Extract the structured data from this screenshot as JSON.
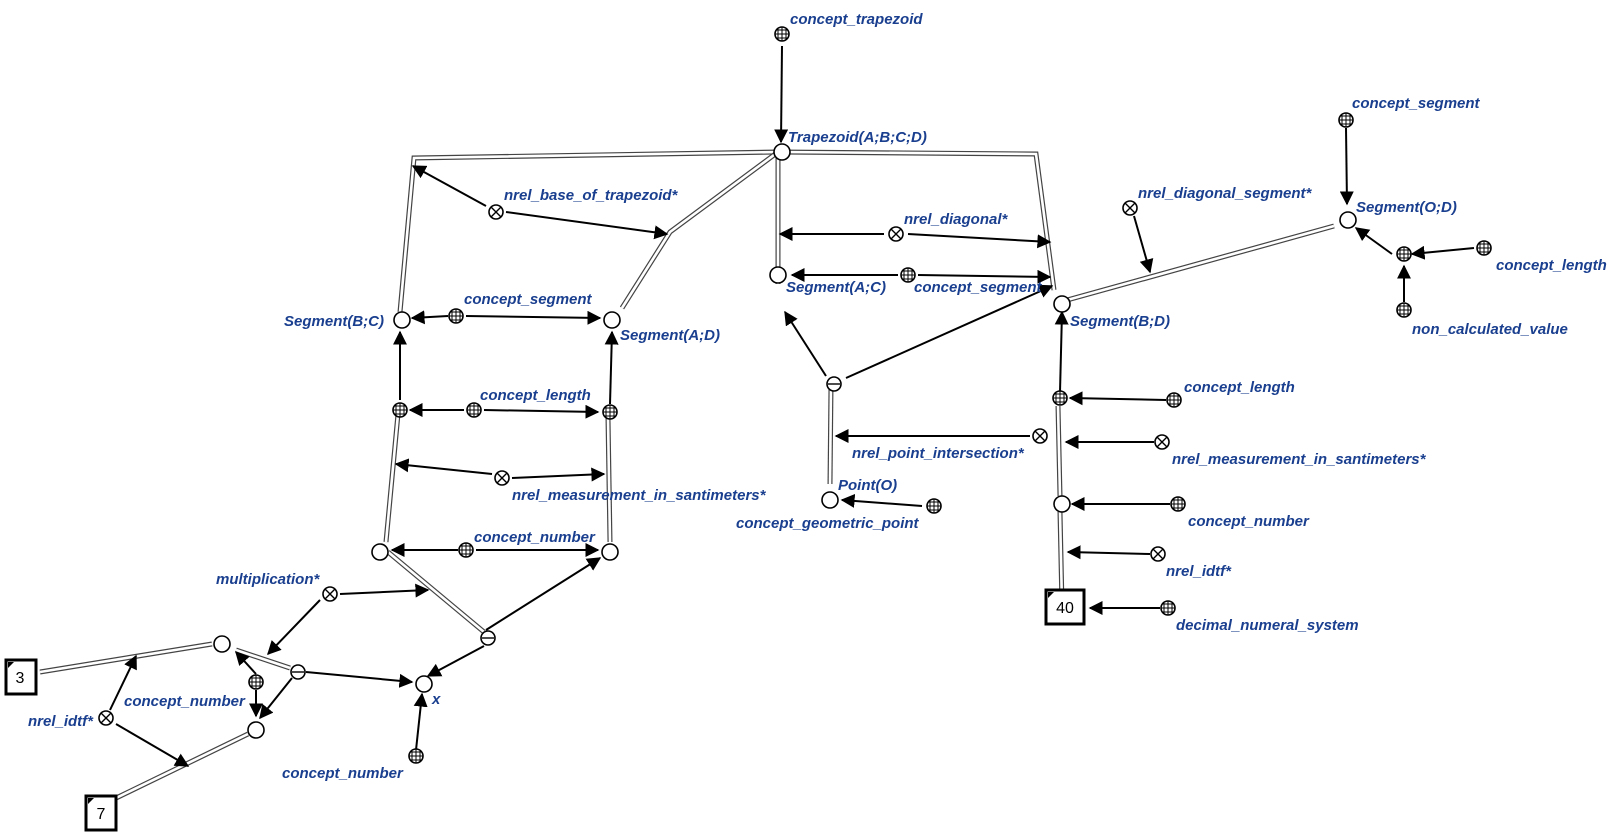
{
  "diagram": {
    "labels": {
      "concept_trapezoid": "concept_trapezoid",
      "trapezoid": "Trapezoid(A;B;C;D)",
      "nrel_base_of_trapezoid": "nrel_base_of_trapezoid*",
      "nrel_diagonal": "nrel_diagonal*",
      "nrel_diagonal_segment": "nrel_diagonal_segment*",
      "concept_segment_top": "concept_segment",
      "segment_od": "Segment(O;D)",
      "concept_length_right": "concept_length",
      "non_calculated_value": "non_calculated_value",
      "segment_bc": "Segment(B;C)",
      "concept_segment_left": "concept_segment",
      "segment_ad": "Segment(A;D)",
      "segment_ac": "Segment(A;C)",
      "concept_segment_mid": "concept_segment",
      "segment_bd": "Segment(B;D)",
      "concept_length_left": "concept_length",
      "concept_length_bd": "concept_length",
      "nrel_measurement_left": "nrel_measurement_in_santimeters*",
      "nrel_measurement_right": "nrel_measurement_in_santimeters*",
      "nrel_point_intersection": "nrel_point_intersection*",
      "point_o": "Point(O)",
      "concept_geometric_point": "concept_geometric_point",
      "concept_number_left": "concept_number",
      "concept_number_right": "concept_number",
      "nrel_idtf_right": "nrel_idtf*",
      "decimal_numeral_system": "decimal_numeral_system",
      "multiplication": "multiplication*",
      "concept_number_small": "concept_number",
      "nrel_idtf_left": "nrel_idtf*",
      "x": "x",
      "concept_number_bottom": "concept_number"
    },
    "link_values": {
      "forty": "40",
      "three": "3",
      "seven": "7"
    }
  }
}
